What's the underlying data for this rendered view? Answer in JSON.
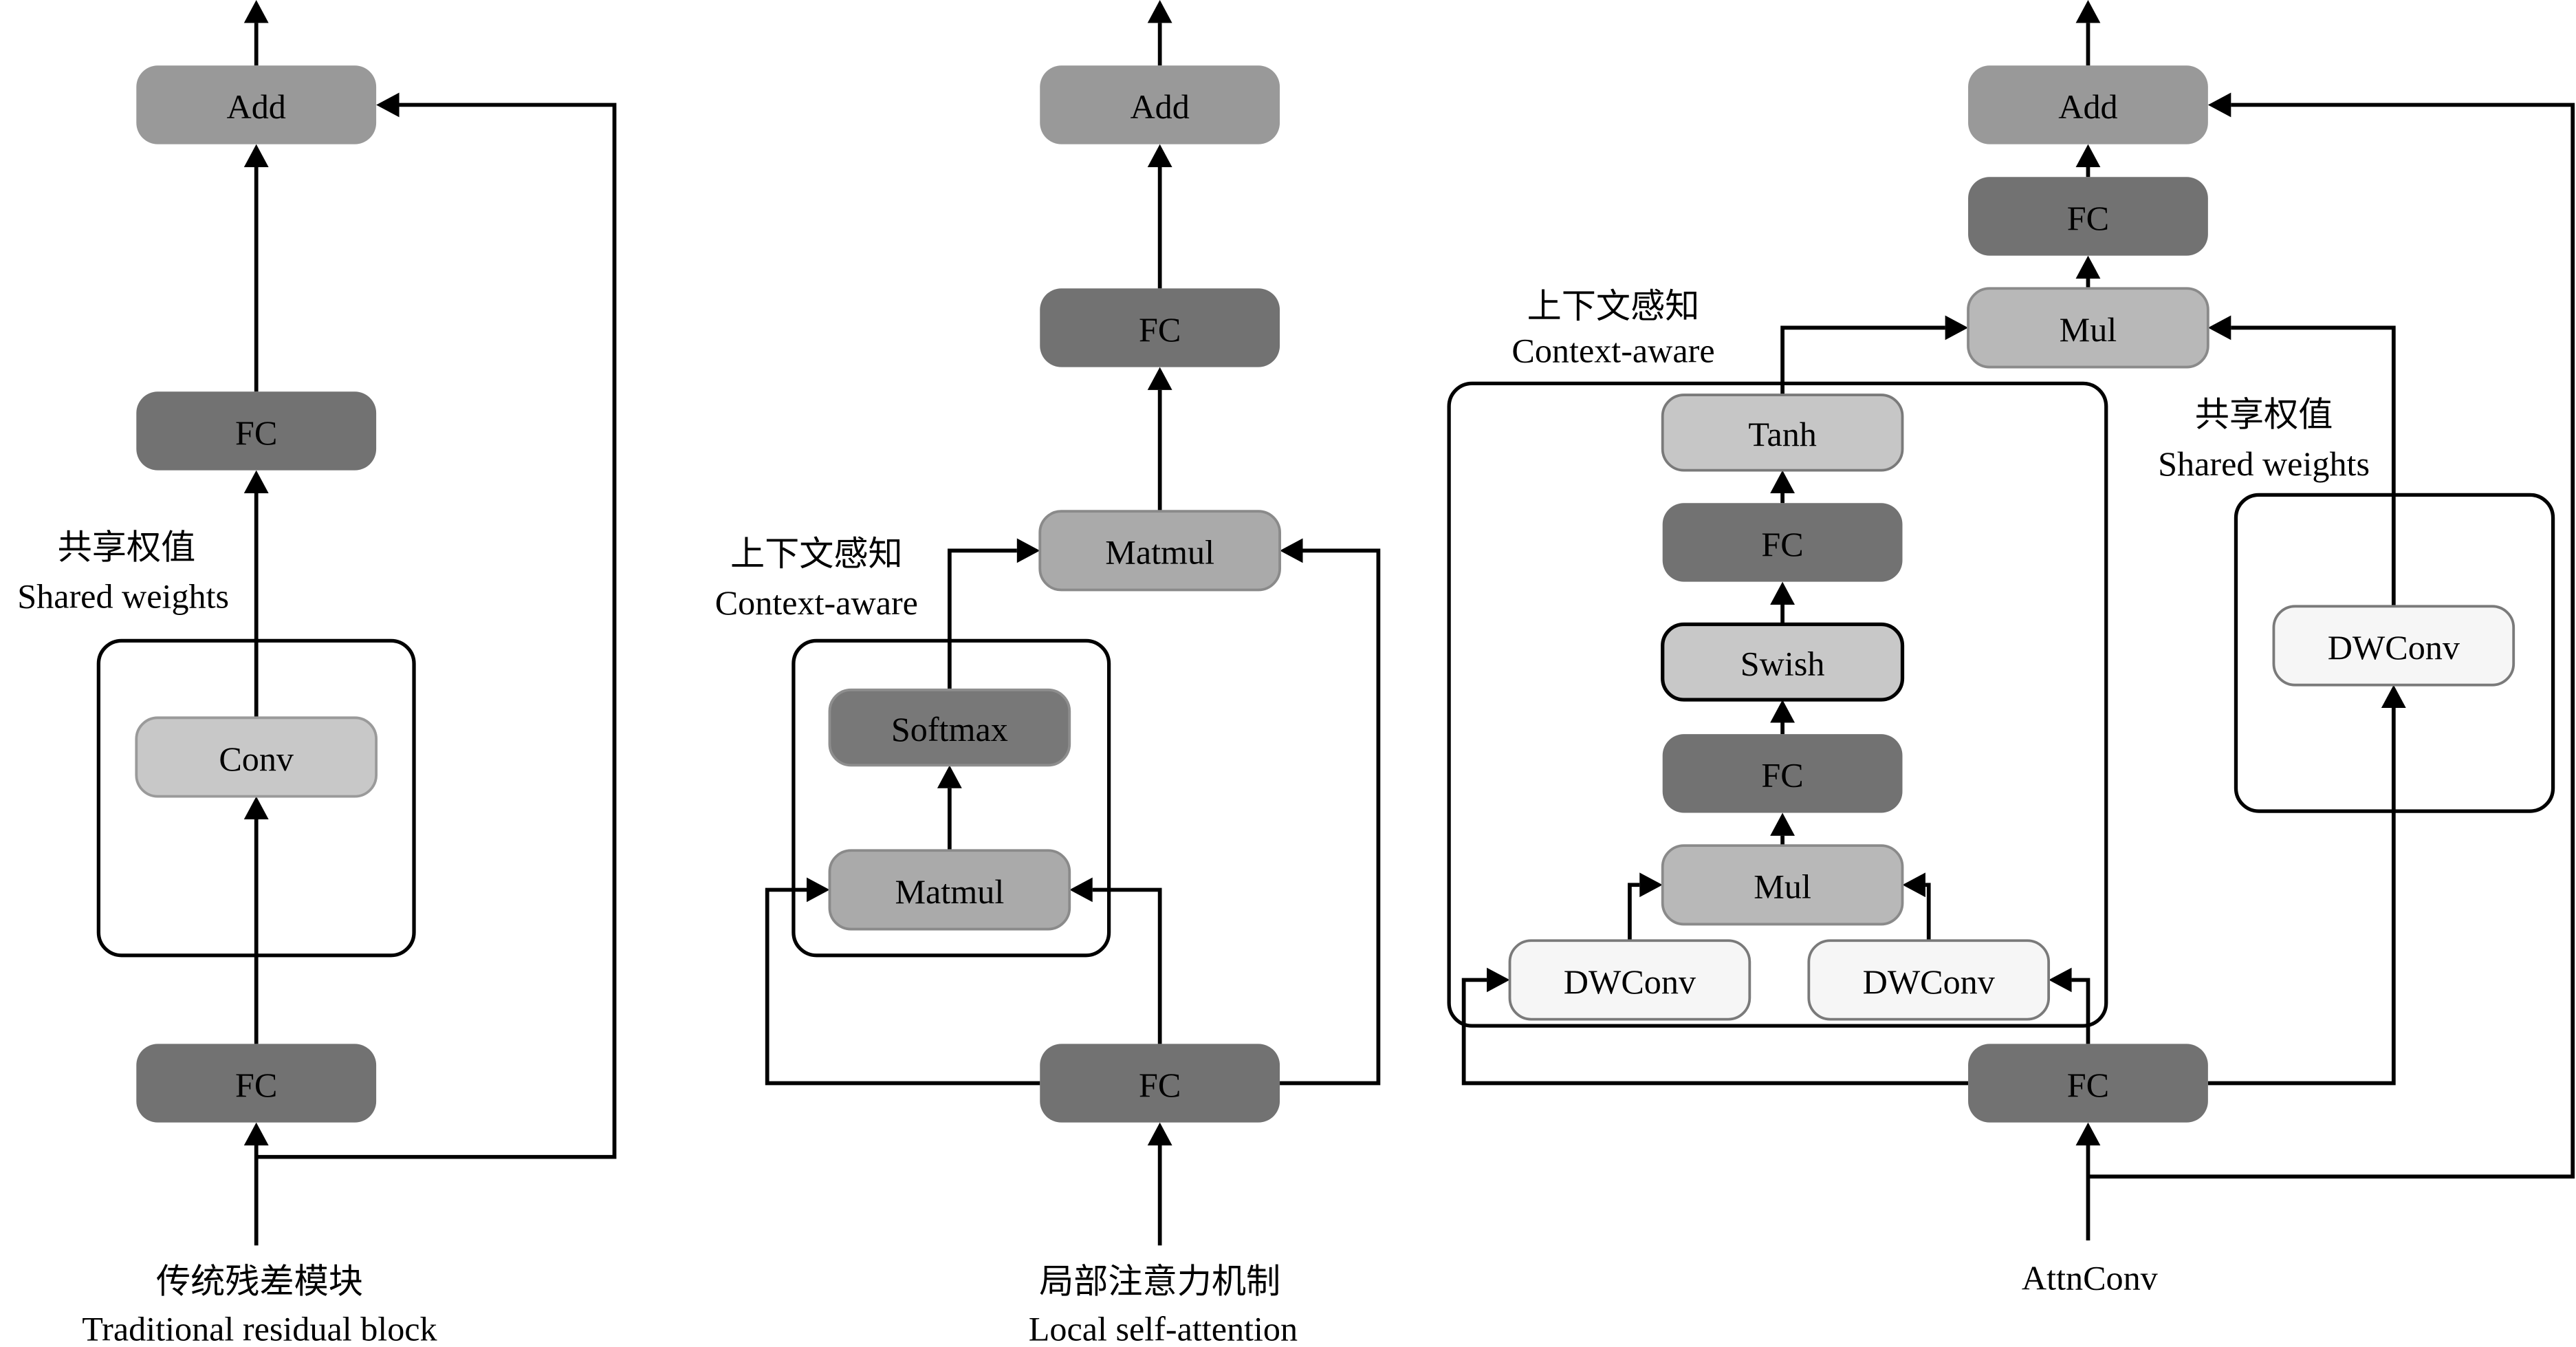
{
  "colors": {
    "add": "#999999",
    "fc": "#727272",
    "matmul": "#aaaaaa",
    "softmax": "#787878",
    "conv": "#c8c8c8",
    "tanh": "#c6c6c6",
    "swish": "#c8c8c8",
    "mul": "#b8b8b8",
    "dwconv": "#f6f6f6",
    "line": "#000000"
  },
  "panels": [
    {
      "id": "traditional",
      "caption_zh": "传统残差模块",
      "caption_en": "Traditional residual block",
      "group_label_zh": "共享权值",
      "group_label_en": "Shared weights",
      "nodes": [
        {
          "id": "t-add",
          "label": "Add",
          "kind": "add"
        },
        {
          "id": "t-fc-top",
          "label": "FC",
          "kind": "fc"
        },
        {
          "id": "t-conv",
          "label": "Conv",
          "kind": "conv"
        },
        {
          "id": "t-fc-bottom",
          "label": "FC",
          "kind": "fc"
        }
      ]
    },
    {
      "id": "local-attention",
      "caption_zh": "局部注意力机制",
      "caption_en": "Local self-attention",
      "group_label_zh": "上下文感知",
      "group_label_en": "Context-aware",
      "nodes": [
        {
          "id": "l-add",
          "label": "Add",
          "kind": "add"
        },
        {
          "id": "l-fc-top",
          "label": "FC",
          "kind": "fc"
        },
        {
          "id": "l-matmul-top",
          "label": "Matmul",
          "kind": "matmul"
        },
        {
          "id": "l-softmax",
          "label": "Softmax",
          "kind": "softmax"
        },
        {
          "id": "l-matmul-inner",
          "label": "Matmul",
          "kind": "matmul"
        },
        {
          "id": "l-fc-bottom",
          "label": "FC",
          "kind": "fc"
        }
      ]
    },
    {
      "id": "attnconv",
      "caption_zh": "",
      "caption_en": "AttnConv",
      "group_label_zh": "上下文感知",
      "group_label_en": "Context-aware",
      "group2_label_zh": "共享权值",
      "group2_label_en": "Shared weights",
      "nodes": [
        {
          "id": "a-add",
          "label": "Add",
          "kind": "add"
        },
        {
          "id": "a-fc-top",
          "label": "FC",
          "kind": "fc"
        },
        {
          "id": "a-mul-top",
          "label": "Mul",
          "kind": "mul"
        },
        {
          "id": "a-tanh",
          "label": "Tanh",
          "kind": "tanh"
        },
        {
          "id": "a-fc-2",
          "label": "FC",
          "kind": "fc"
        },
        {
          "id": "a-swish",
          "label": "Swish",
          "kind": "swish"
        },
        {
          "id": "a-fc-1",
          "label": "FC",
          "kind": "fc"
        },
        {
          "id": "a-mul-inner",
          "label": "Mul",
          "kind": "mul"
        },
        {
          "id": "a-dwconv-left",
          "label": "DWConv",
          "kind": "dwconv"
        },
        {
          "id": "a-dwconv-right",
          "label": "DWConv",
          "kind": "dwconv"
        },
        {
          "id": "a-dwconv-shared",
          "label": "DWConv",
          "kind": "dwconv"
        },
        {
          "id": "a-fc-bottom",
          "label": "FC",
          "kind": "fc"
        }
      ]
    }
  ]
}
